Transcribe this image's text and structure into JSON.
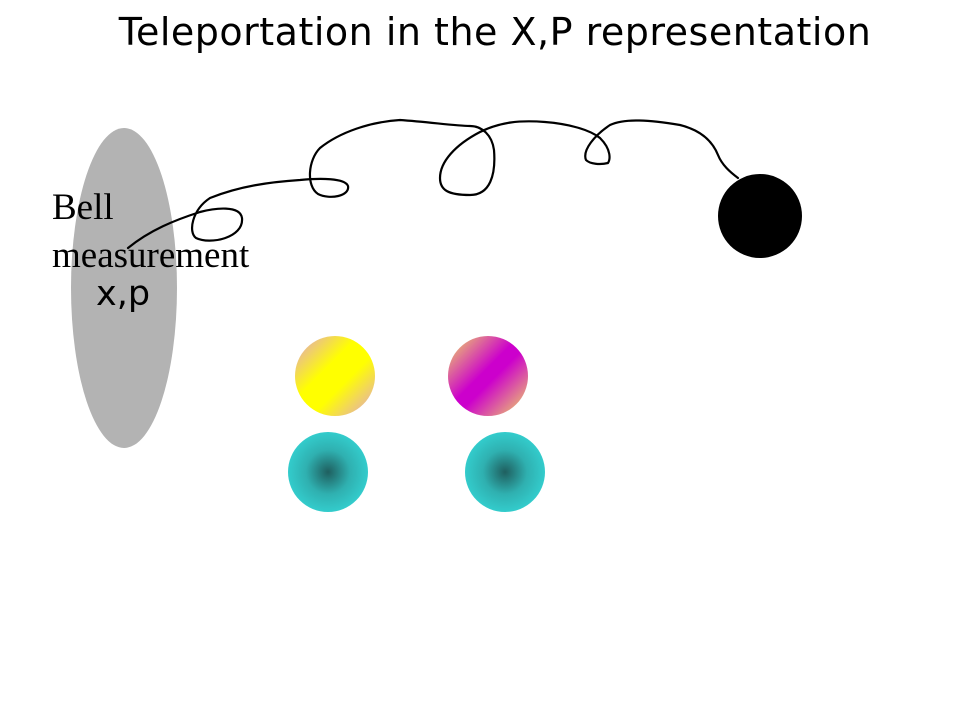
{
  "slide": {
    "title": "Teleportation in the X,P representation"
  },
  "bell": {
    "label_line1": "Bell",
    "label_line2": "measurement",
    "variables": "x,p"
  },
  "colors": {
    "bell_ellipse": "#b3b3b3",
    "target_particle": "#000000",
    "curve_stroke": "#000000",
    "state_yellow": "#ffff00",
    "state_magenta": "#cc00cc",
    "state_pink": "#e8a0c8",
    "state_cyan": "#33cccc",
    "state_teal_core": "#1a6b6b"
  }
}
